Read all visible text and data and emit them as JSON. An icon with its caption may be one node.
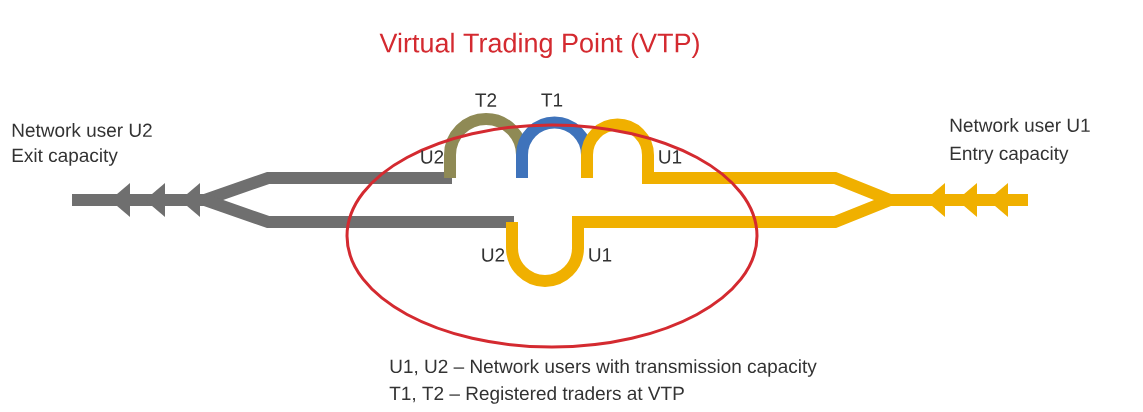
{
  "diagram": {
    "nodes": [
      {
        "text": [
          "Virtual Trading Point (VTP)"
        ]
      }
    ],
    "labels": [
      "T2",
      "T1",
      "Network user U2",
      "Network user U1",
      "Exit capacity",
      "U2",
      "U1",
      "Entry capacity",
      "U2",
      "U1",
      "U1, U2 – Network users with transmission capacity",
      "T1, T2 – Registered traders at VTP"
    ]
  }
}
